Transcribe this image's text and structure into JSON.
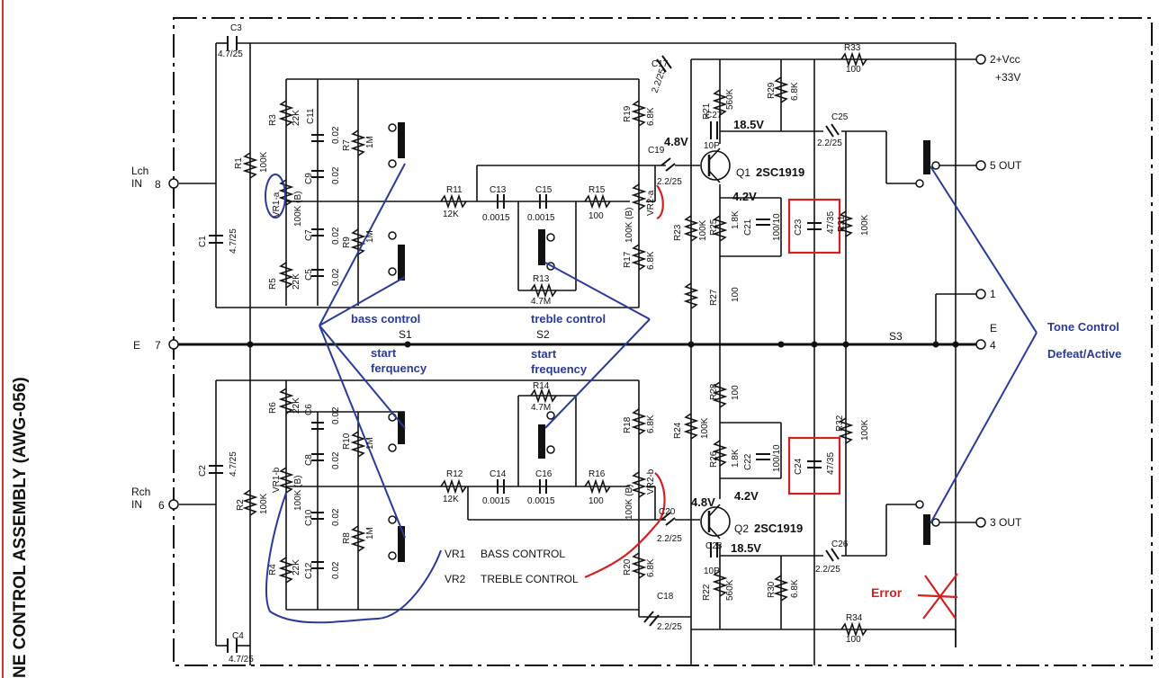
{
  "page": {
    "side_title": "NE CONTROL ASSEMBLY (AWG-056)"
  },
  "terminals": {
    "lch_in_label": "Lch",
    "lch_in_sub": "IN",
    "lch_in_num": "8",
    "rch_in_label": "Rch",
    "rch_in_sub": "IN",
    "rch_in_num": "6",
    "e_left": "E",
    "e_left_num": "7",
    "vcc": "2+Vcc",
    "vcc_val": "+33V",
    "out5": "5 OUT",
    "out3": "3 OUT",
    "t1": "1",
    "e_right": "E",
    "t4": "4"
  },
  "parts": {
    "c3": "C3",
    "c3_val": "4.7/25",
    "c1": "C1",
    "c1_val": "4.7/25",
    "c2": "C2",
    "c2_val": "4.7/25",
    "c4": "C4",
    "c4_val": "4.7/25",
    "r1": "R1",
    "r1_val": "100K",
    "r2": "R2",
    "r2_val": "100K",
    "vr1a": "VR1-a",
    "vr1a_val": "100K (B)",
    "vr1b": "VR1-b",
    "vr1b_val": "100K (B)",
    "r3": "R3",
    "r3_val": "22K",
    "r5": "R5",
    "r5_val": "22K",
    "r6": "R6",
    "r6_val": "22K",
    "r4": "R4",
    "r4_val": "22K",
    "c11": "C11",
    "c11_val": "0.02",
    "c9": "C9",
    "c9_val": "0.02",
    "c7": "C7",
    "c7_val": "0.02",
    "c5": "C5",
    "c5_val": "0.02",
    "c6": "C6",
    "c6_val": "0.02",
    "c8": "C8",
    "c8_val": "0.02",
    "c10": "C10",
    "c10_val": "0.02",
    "c12": "C12",
    "c12_val": "0.02",
    "r7": "R7",
    "r7_val": "1M",
    "r9": "R9",
    "r9_val": "1M",
    "r10": "R10",
    "r10_val": "1M",
    "r8": "R8",
    "r8_val": "1M",
    "r11": "R11",
    "r11_val": "12K",
    "r12": "R12",
    "r12_val": "12K",
    "c13": "C13",
    "c13_val": "0.0015",
    "c15": "C15",
    "c15_val": "0.0015",
    "c14": "C14",
    "c14_val": "0.0015",
    "c16": "C16",
    "c16_val": "0.0015",
    "r15": "R15",
    "r15_val": "100",
    "r16": "R16",
    "r16_val": "100",
    "r13": "R13",
    "r13_val": "4.7M",
    "r14": "R14",
    "r14_val": "4.7M",
    "vr2a": "VR2-a",
    "vr2a_val": "100K (B)",
    "vr2b": "VR2-b",
    "vr2b_val": "100K (B)",
    "r19": "R19",
    "r19_val": "6.8K",
    "r17": "R17",
    "r17_val": "6.8K",
    "r18": "R18",
    "r18_val": "6.8K",
    "r20": "R20",
    "r20_val": "6.8K",
    "c17": "C17",
    "c17_val": "2.2/25",
    "c19": "C19",
    "c19_val": "2.2/25",
    "c20": "C20",
    "c20_val": "2.2/25",
    "c18": "C18",
    "c18_val": "2.2/25",
    "r21": "R21",
    "r21_val": "560K",
    "r22": "R22",
    "r22_val": "560K",
    "c27": "C27",
    "c27_val": "10P",
    "c28": "C28",
    "c28_val": "10P",
    "q1": "Q1",
    "q1_type": "2SC1919",
    "q2": "Q2",
    "q2_type": "2SC1919",
    "v_48_top": "4.8V",
    "v_48_bot": "4.8V",
    "v_185_top": "18.5V",
    "v_185_bot": "18.5V",
    "v_42_top": "4.2V",
    "v_42_bot": "4.2V",
    "r23": "R23",
    "r23_val": "100K",
    "r24": "R24",
    "r24_val": "100K",
    "r25": "R25",
    "r25_val": "1.8K",
    "r26": "R26",
    "r26_val": "1.8K",
    "c21": "C21",
    "c21_val": "100/10",
    "c22": "C22",
    "c22_val": "100/10",
    "r27": "R27",
    "r27_val": "100",
    "r28": "R28",
    "r28_val": "100",
    "r29": "R29",
    "r29_val": "6.8K",
    "r30": "R30",
    "r30_val": "6.8K",
    "r33": "R33",
    "r33_val": "100",
    "r34": "R34",
    "r34_val": "100",
    "c25": "C25",
    "c25_val": "2.2/25",
    "c26": "C26",
    "c26_val": "2.2/25",
    "c23": "C23",
    "c23_val": "47/35",
    "c24": "C24",
    "c24_val": "47/35",
    "r31": "R31",
    "r31_val": "100K",
    "r32": "R32",
    "r32_val": "100K",
    "s1": "S1",
    "s2": "S2",
    "s3": "S3"
  },
  "legend": {
    "vr1": "VR1",
    "vr1_desc": "BASS CONTROL",
    "vr2": "VR2",
    "vr2_desc": "TREBLE CONTROL"
  },
  "annotations": {
    "bass_control": "bass control",
    "bass_start_1": "start",
    "bass_start_2": "ferquency",
    "treble_control": "treble control",
    "treble_start_1": "start",
    "treble_start_2": "frequency",
    "tone_1": "Tone Control",
    "tone_2": "Defeat/Active",
    "error": "Error",
    "annotation_blue": "#2a3a9a",
    "annotation_red": "#d62020"
  }
}
